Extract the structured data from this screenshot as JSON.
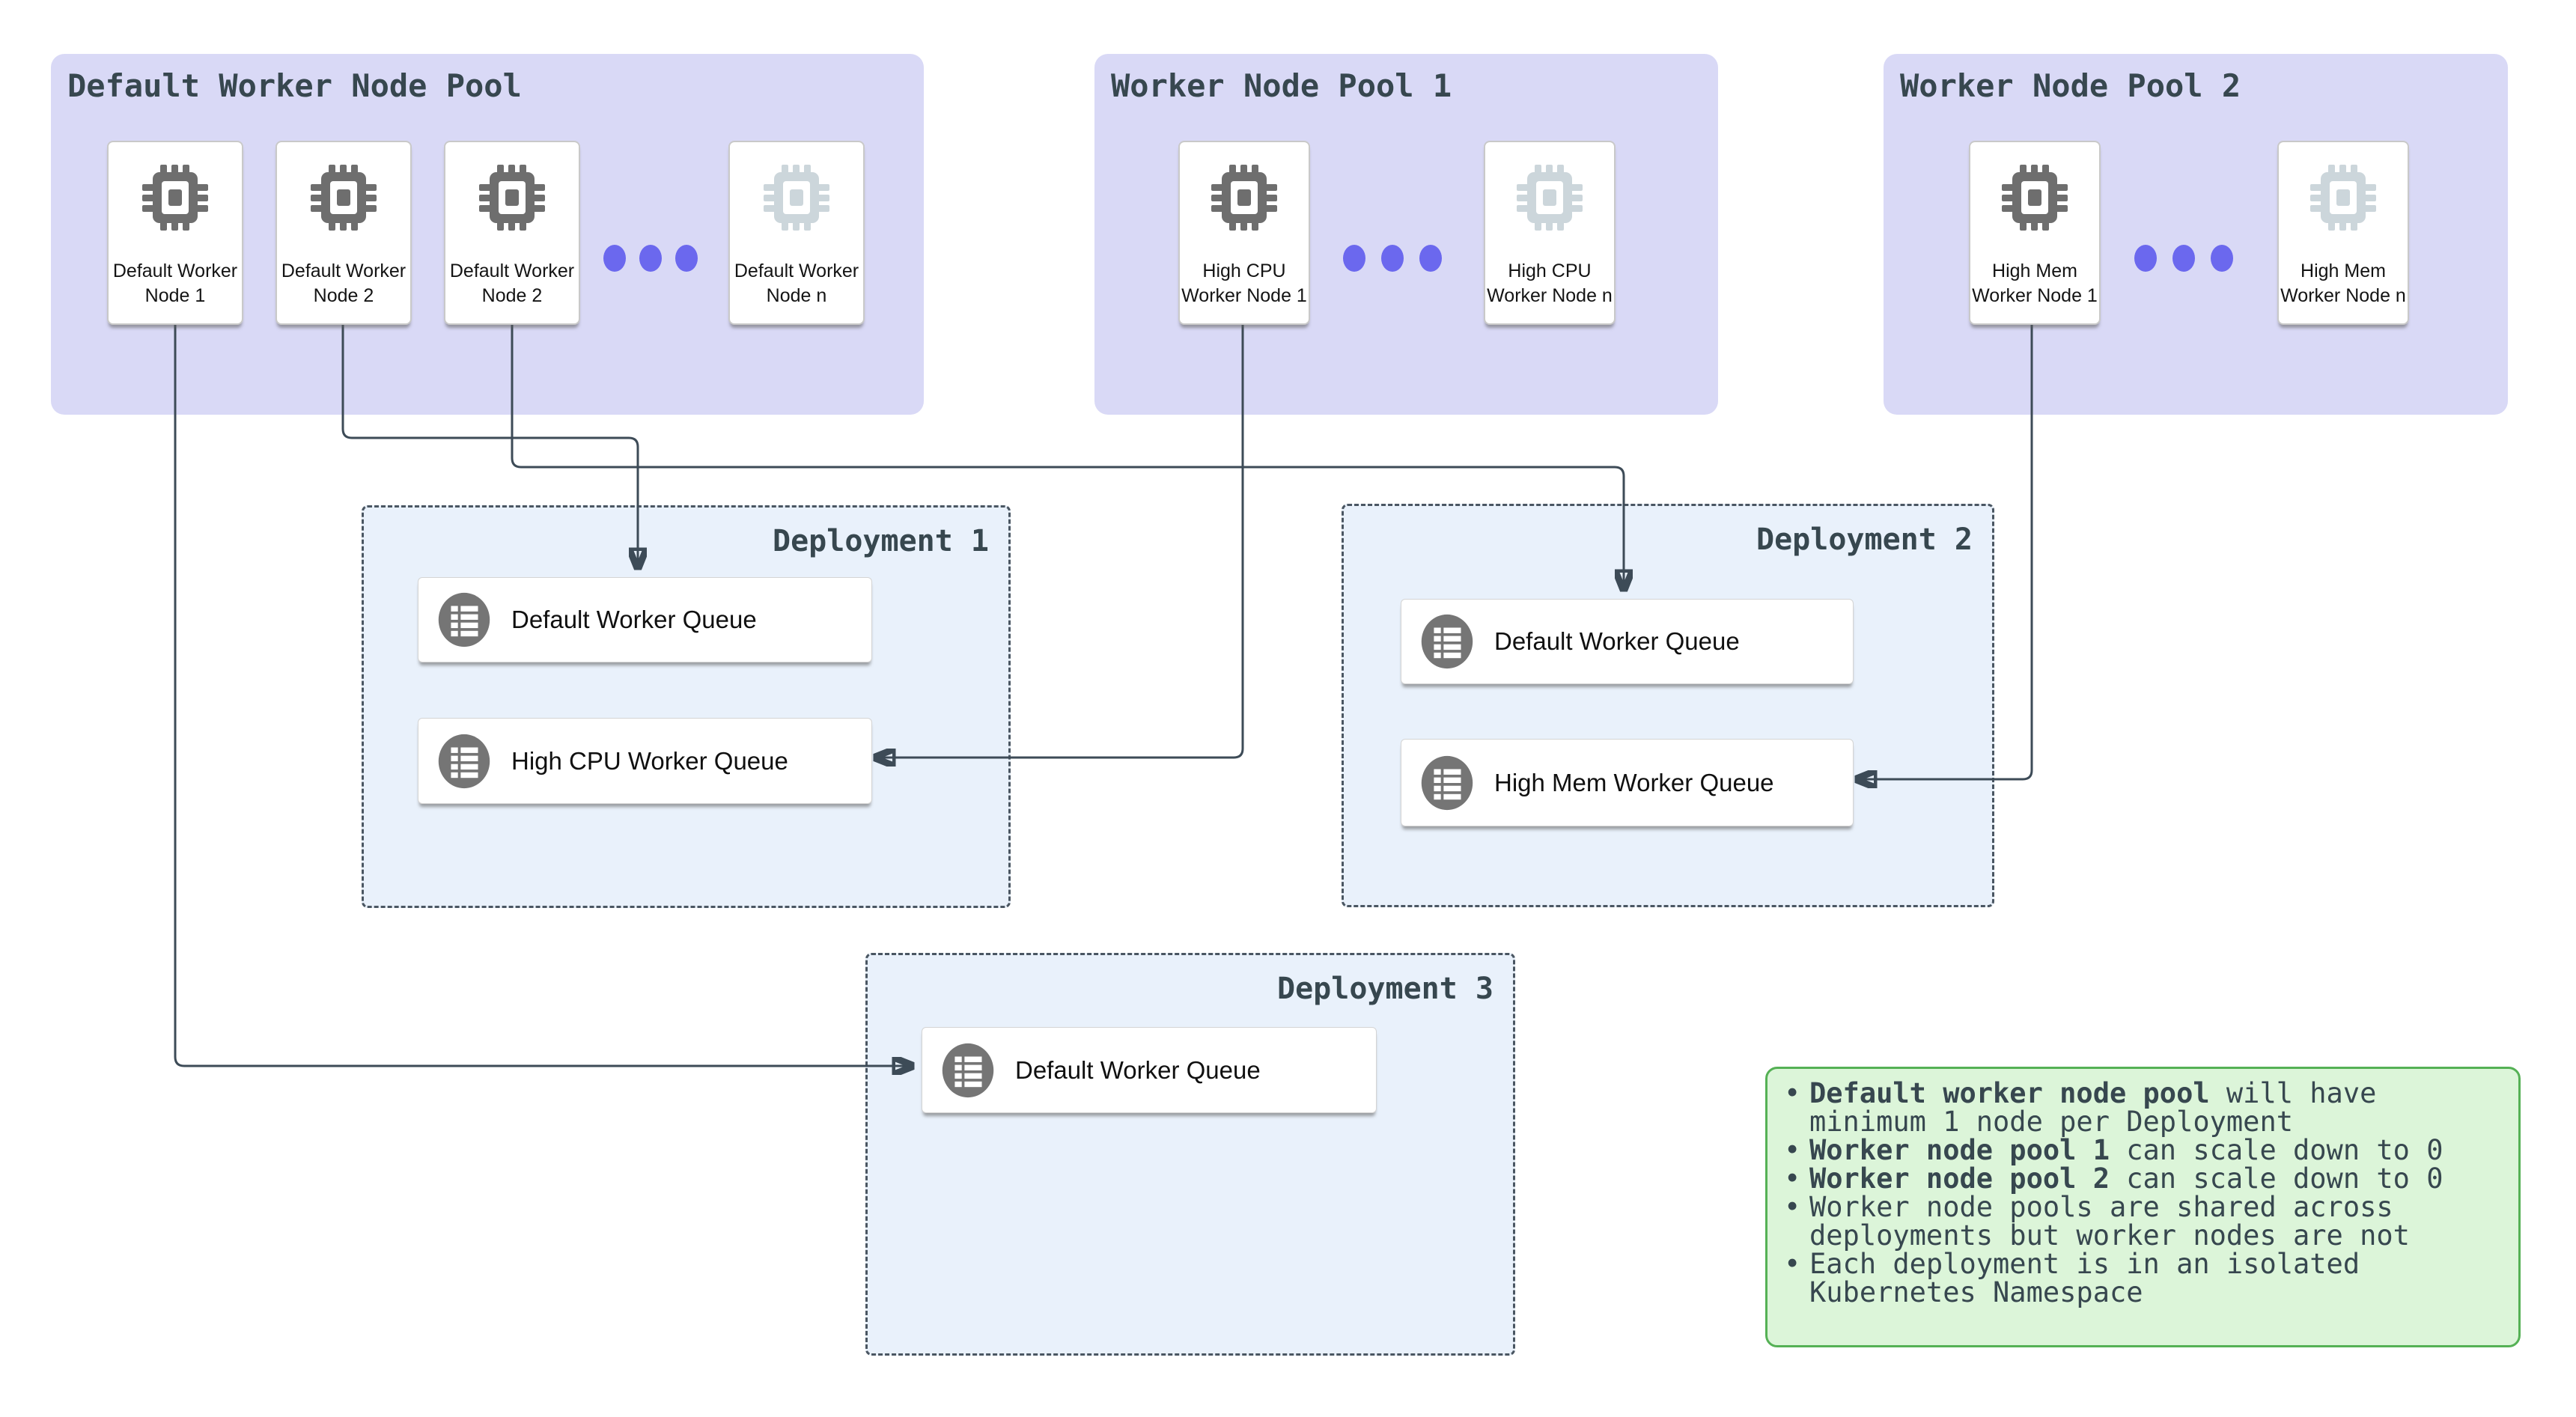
{
  "pools": [
    {
      "title": "Default Worker Node Pool",
      "nodes": [
        {
          "line1": "Default Worker",
          "line2": "Node 1",
          "faded": false
        },
        {
          "line1": "Default Worker",
          "line2": "Node 2",
          "faded": false
        },
        {
          "line1": "Default Worker",
          "line2": "Node 2",
          "faded": false
        },
        {
          "line1": "Default Worker",
          "line2": "Node n",
          "faded": true
        }
      ]
    },
    {
      "title": "Worker Node Pool 1",
      "nodes": [
        {
          "line1": "High CPU",
          "line2": "Worker Node 1",
          "faded": false
        },
        {
          "line1": "High CPU",
          "line2": "Worker Node n",
          "faded": true
        }
      ]
    },
    {
      "title": "Worker Node Pool 2",
      "nodes": [
        {
          "line1": "High Mem",
          "line2": "Worker Node 1",
          "faded": false
        },
        {
          "line1": "High Mem",
          "line2": "Worker Node n",
          "faded": true
        }
      ]
    }
  ],
  "deployments": [
    {
      "title": "Deployment 1",
      "queues": [
        {
          "label": "Default Worker Queue"
        },
        {
          "label": "High CPU Worker Queue"
        }
      ]
    },
    {
      "title": "Deployment 2",
      "queues": [
        {
          "label": "Default Worker Queue"
        },
        {
          "label": "High Mem Worker Queue"
        }
      ]
    },
    {
      "title": "Deployment 3",
      "queues": [
        {
          "label": "Default Worker Queue"
        }
      ]
    }
  ],
  "note": {
    "items": [
      {
        "bold": "Default worker node pool",
        "rest": " will have minimum 1 node per Deployment"
      },
      {
        "bold": "Worker node pool 1",
        "rest": " can scale down to 0"
      },
      {
        "bold": "Worker node pool 2",
        "rest": " can scale down to 0"
      },
      {
        "bold": "",
        "rest": "Worker node pools are shared across deployments but worker nodes are not"
      },
      {
        "bold": "",
        "rest": "Each deployment is in an isolated Kubernetes Namespace"
      }
    ]
  },
  "colors": {
    "pool_background": "#d9d9f6",
    "deployment_background": "#e9f1fb",
    "note_background": "#dcf5d9",
    "note_border": "#55b155",
    "title_text": "#37474f",
    "connector": "#3d4b57",
    "ellipsis_dot": "#6b68ee",
    "chip_icon": "#6e6e6e",
    "chip_icon_faded": "#ccd6db",
    "queue_icon": "#757575"
  }
}
